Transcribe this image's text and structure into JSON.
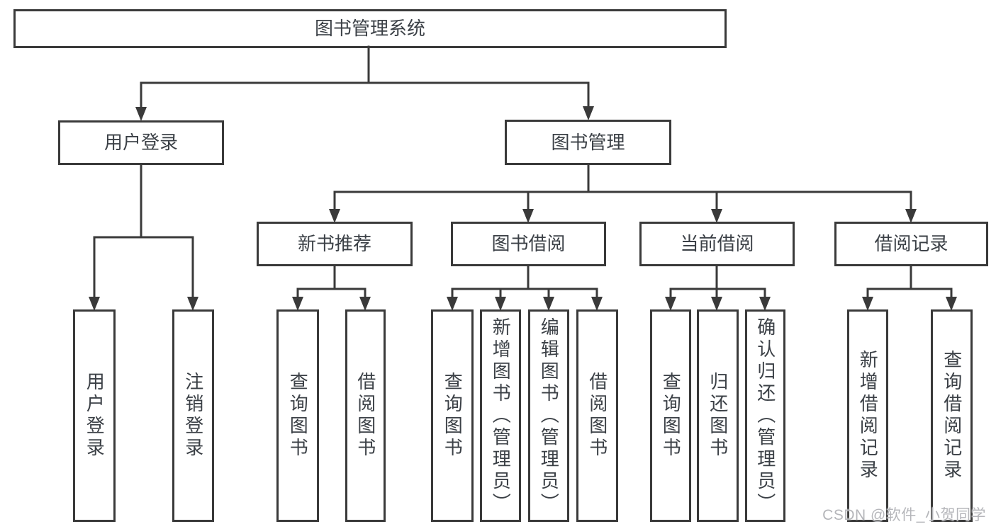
{
  "tree": {
    "root": {
      "label": "图书管理系统",
      "children": [
        {
          "label": "用户登录",
          "children": [
            {
              "label": "用户登录"
            },
            {
              "label": "注销登录"
            }
          ]
        },
        {
          "label": "图书管理",
          "children": [
            {
              "label": "新书推荐",
              "children": [
                {
                  "label": "查询图书"
                },
                {
                  "label": "借阅图书"
                }
              ]
            },
            {
              "label": "图书借阅",
              "children": [
                {
                  "label": "查询图书"
                },
                {
                  "label": "新增图书（管理员）"
                },
                {
                  "label": "编辑图书（管理员）"
                },
                {
                  "label": "借阅图书"
                }
              ]
            },
            {
              "label": "当前借阅",
              "children": [
                {
                  "label": "查询图书"
                },
                {
                  "label": "归还图书"
                },
                {
                  "label": "确认归还（管理员）"
                }
              ]
            },
            {
              "label": "借阅记录",
              "children": [
                {
                  "label": "新增借阅记录"
                },
                {
                  "label": "查询借阅记录"
                }
              ]
            }
          ]
        }
      ]
    }
  },
  "watermark": {
    "text": "CSDN @软件_小贺同学"
  },
  "colors": {
    "line": "#3a3a3a",
    "text": "#3b4046",
    "box-border": "#3a3a3a",
    "watermark": "#b5b6ba",
    "background": "#ffffff"
  }
}
